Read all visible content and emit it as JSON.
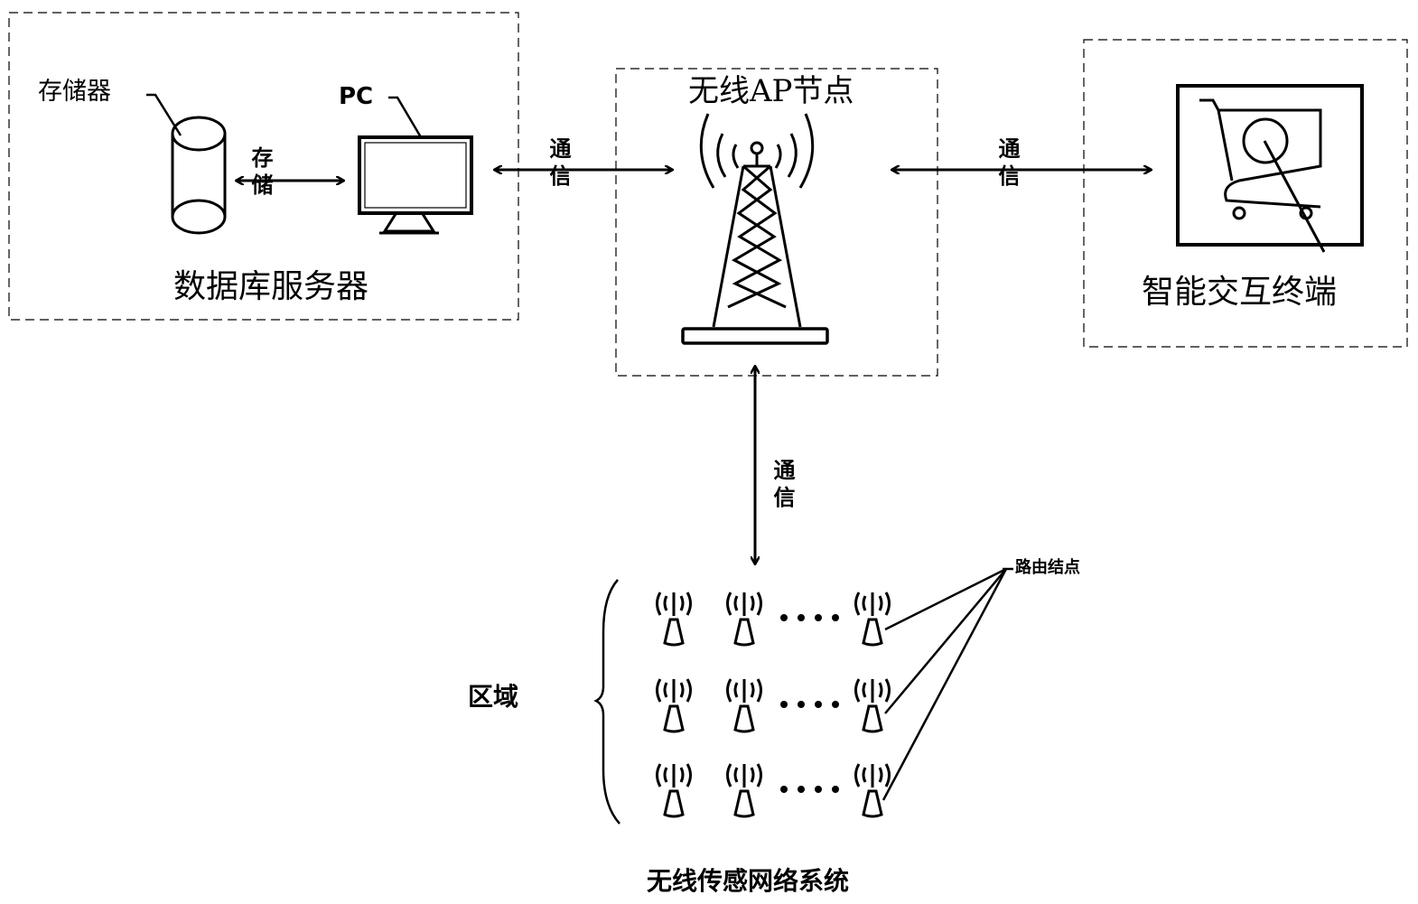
{
  "diagram": {
    "database_server": {
      "title": "数据库服务器",
      "storage_label": "存储器",
      "pc_label": "PC",
      "link_label": "存储"
    },
    "ap_node": {
      "title": "无线AP节点"
    },
    "terminal": {
      "title": "智能交互终端"
    },
    "links": {
      "left": "通信",
      "right": "通信",
      "down": "通信"
    },
    "sensor_network": {
      "title": "无线传感网络系统",
      "region_label": "区域",
      "router_label": "路由结点",
      "rows": 3,
      "visible_nodes_per_row": 3,
      "ellipsis": "····"
    }
  }
}
